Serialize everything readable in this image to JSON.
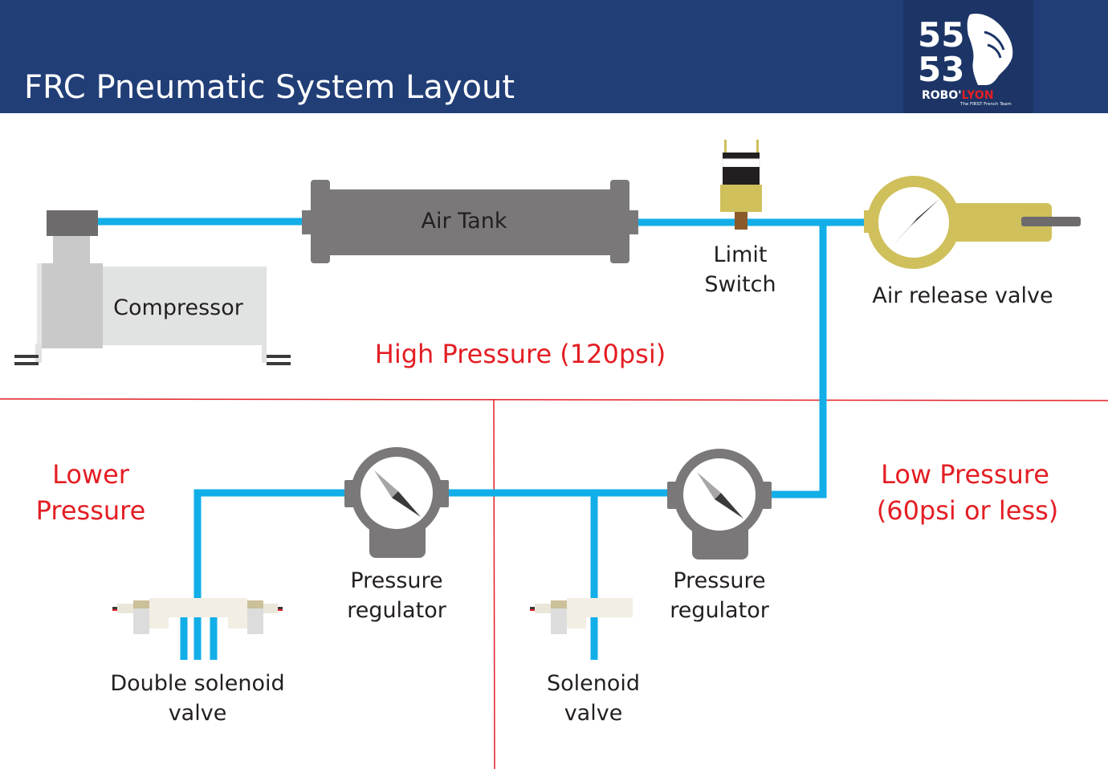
{
  "header": {
    "title": "FRC Pneumatic System Layout",
    "logo_number_top": "55",
    "logo_number_bottom": "53",
    "logo_team": "ROBO'",
    "logo_team_accent": "LYON",
    "logo_tagline": "The FIRST French Team"
  },
  "components": {
    "air_tank": "Air Tank",
    "compressor": "Compressor",
    "limit_switch_line1": "Limit",
    "limit_switch_line2": "Switch",
    "air_release_valve": "Air release valve",
    "regulator_left_line1": "Pressure",
    "regulator_left_line2": "regulator",
    "regulator_right_line1": "Pressure",
    "regulator_right_line2": "regulator",
    "double_solenoid_line1": "Double solenoid",
    "double_solenoid_line2": "valve",
    "solenoid_line1": "Solenoid",
    "solenoid_line2": "valve"
  },
  "zones": {
    "high_pressure": "High Pressure (120psi)",
    "lower_pressure_line1": "Lower",
    "lower_pressure_line2": "Pressure",
    "low_pressure_line1": "Low Pressure",
    "low_pressure_line2": "(60psi or less)"
  },
  "colors": {
    "header_bg": "#213e77",
    "tube": "#12aee8",
    "zone_line": "#e31e24",
    "component_gray": "#7a7879",
    "gauge_gold": "#cfc05b",
    "logo_accent": "#e31e24"
  }
}
